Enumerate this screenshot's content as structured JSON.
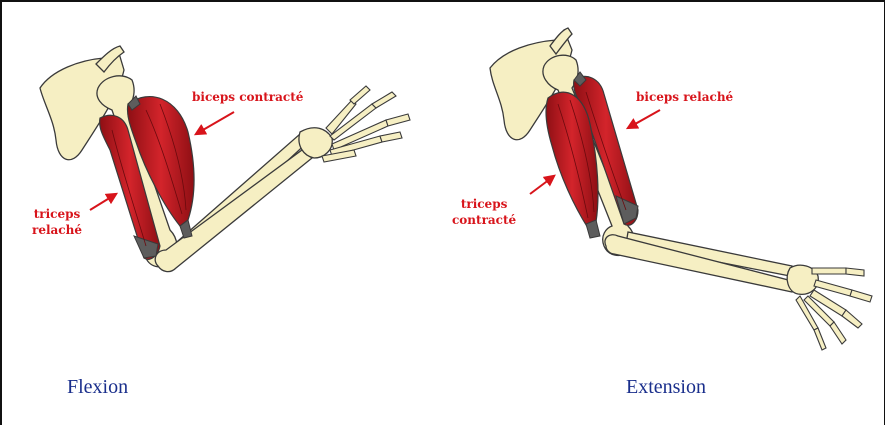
{
  "flexion": {
    "caption": "Flexion",
    "biceps_label": "biceps contracté",
    "triceps_label_line1": "triceps",
    "triceps_label_line2": "relaché"
  },
  "extension": {
    "caption": "Extension",
    "biceps_label": "biceps relaché",
    "triceps_label_line1": "triceps",
    "triceps_label_line2": "contracté"
  },
  "colors": {
    "bone_fill": "#f6efc3",
    "bone_stroke": "#3a3a3a",
    "muscle_fill": "#c41a22",
    "muscle_dark": "#5d5d5d",
    "label_red": "#d8141b",
    "caption_blue": "#1a2f8c"
  }
}
